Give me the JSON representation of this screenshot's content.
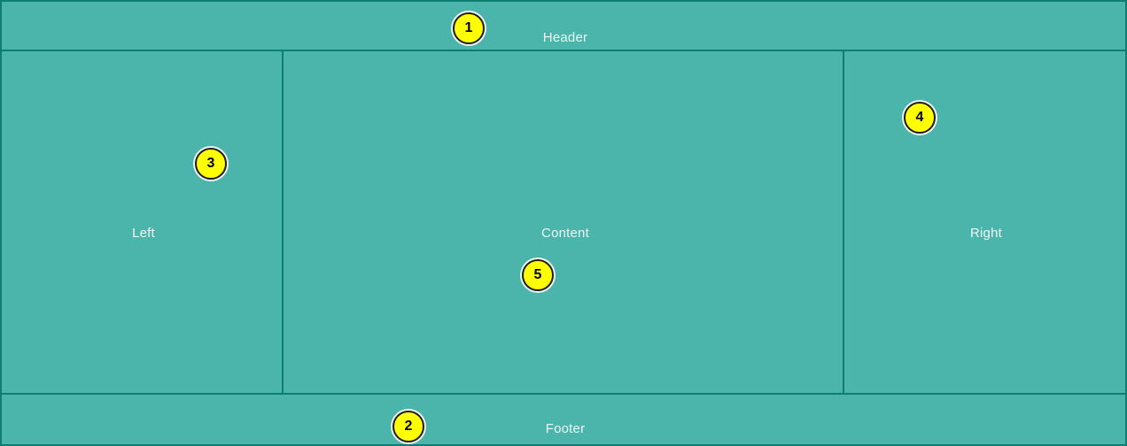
{
  "theme": {
    "panel_fill": "#4bb5ac",
    "border_color": "#0e7d72",
    "label_color": "#eef5f4",
    "marker_fill": "#ffff00",
    "marker_border": "#1c1c1c",
    "marker_text": "#000000"
  },
  "layout": {
    "header": {
      "label": "Header"
    },
    "footer": {
      "label": "Footer"
    },
    "left": {
      "label": "Left"
    },
    "content": {
      "label": "Content"
    },
    "right": {
      "label": "Right"
    }
  },
  "markers": [
    {
      "id": "1",
      "number": "1",
      "target": "Header"
    },
    {
      "id": "2",
      "number": "2",
      "target": "Footer"
    },
    {
      "id": "3",
      "number": "3",
      "target": "Left"
    },
    {
      "id": "4",
      "number": "4",
      "target": "Right"
    },
    {
      "id": "5",
      "number": "5",
      "target": "Content"
    }
  ]
}
